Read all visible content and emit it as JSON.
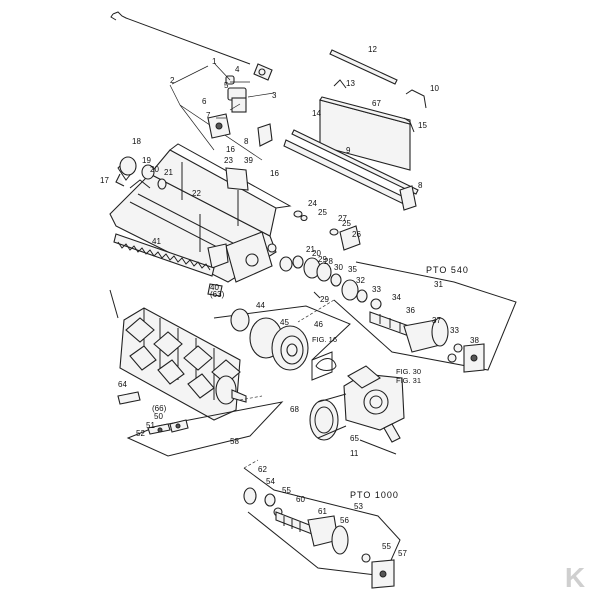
{
  "callouts": [
    {
      "id": "c1",
      "text": "1"
    },
    {
      "id": "c2",
      "text": "2"
    },
    {
      "id": "c3",
      "text": "3"
    },
    {
      "id": "c4",
      "text": "4"
    },
    {
      "id": "c5",
      "text": "5"
    },
    {
      "id": "c6",
      "text": "6"
    },
    {
      "id": "c7",
      "text": "7"
    },
    {
      "id": "c8a",
      "text": "8"
    },
    {
      "id": "c8b",
      "text": "8"
    },
    {
      "id": "c9",
      "text": "9"
    },
    {
      "id": "c10",
      "text": "10"
    },
    {
      "id": "c11",
      "text": "11"
    },
    {
      "id": "c12",
      "text": "12"
    },
    {
      "id": "c13",
      "text": "13"
    },
    {
      "id": "c14",
      "text": "14"
    },
    {
      "id": "c15",
      "text": "15"
    },
    {
      "id": "c16a",
      "text": "16"
    },
    {
      "id": "c16b",
      "text": "16"
    },
    {
      "id": "c17",
      "text": "17"
    },
    {
      "id": "c18",
      "text": "18"
    },
    {
      "id": "c19",
      "text": "19"
    },
    {
      "id": "c20a",
      "text": "20"
    },
    {
      "id": "c20b",
      "text": "20"
    },
    {
      "id": "c21a",
      "text": "21"
    },
    {
      "id": "c21b",
      "text": "21"
    },
    {
      "id": "c22",
      "text": "22"
    },
    {
      "id": "c23",
      "text": "23"
    },
    {
      "id": "c24",
      "text": "24"
    },
    {
      "id": "c25a",
      "text": "25"
    },
    {
      "id": "c25b",
      "text": "25"
    },
    {
      "id": "c26",
      "text": "26"
    },
    {
      "id": "c27",
      "text": "27"
    },
    {
      "id": "c28",
      "text": "28"
    },
    {
      "id": "c29a",
      "text": "29"
    },
    {
      "id": "c29b",
      "text": "29"
    },
    {
      "id": "c30",
      "text": "30"
    },
    {
      "id": "c31",
      "text": "31"
    },
    {
      "id": "c32",
      "text": "32"
    },
    {
      "id": "c33a",
      "text": "33"
    },
    {
      "id": "c33b",
      "text": "33"
    },
    {
      "id": "c34",
      "text": "34"
    },
    {
      "id": "c35",
      "text": "35"
    },
    {
      "id": "c36",
      "text": "36"
    },
    {
      "id": "c37",
      "text": "37"
    },
    {
      "id": "c38",
      "text": "38"
    },
    {
      "id": "c39",
      "text": "39"
    },
    {
      "id": "c40",
      "text": "40"
    },
    {
      "id": "c41",
      "text": "41"
    },
    {
      "id": "c44",
      "text": "44"
    },
    {
      "id": "c45",
      "text": "45"
    },
    {
      "id": "c46",
      "text": "46"
    },
    {
      "id": "c50",
      "text": "50"
    },
    {
      "id": "c51",
      "text": "51"
    },
    {
      "id": "c52",
      "text": "52"
    },
    {
      "id": "c53",
      "text": "53"
    },
    {
      "id": "c54",
      "text": "54"
    },
    {
      "id": "c55a",
      "text": "55"
    },
    {
      "id": "c55b",
      "text": "55"
    },
    {
      "id": "c56",
      "text": "56"
    },
    {
      "id": "c57",
      "text": "57"
    },
    {
      "id": "c58",
      "text": "58"
    },
    {
      "id": "c60",
      "text": "60"
    },
    {
      "id": "c61",
      "text": "61"
    },
    {
      "id": "c62",
      "text": "62"
    },
    {
      "id": "c63",
      "text": "(63)"
    },
    {
      "id": "c64",
      "text": "64"
    },
    {
      "id": "c65",
      "text": "65"
    },
    {
      "id": "c66",
      "text": "(66)"
    },
    {
      "id": "c67",
      "text": "67"
    },
    {
      "id": "c68",
      "text": "68"
    }
  ],
  "figure_refs": {
    "fig16": "FIG. 16",
    "fig30": "FIG. 30",
    "fig31": "FIG. 31"
  },
  "section_titles": {
    "pto540": "PTO 540",
    "pto1000": "PTO 1000"
  },
  "logo": {
    "glyph": "K",
    "color": "#cfcfcf"
  }
}
